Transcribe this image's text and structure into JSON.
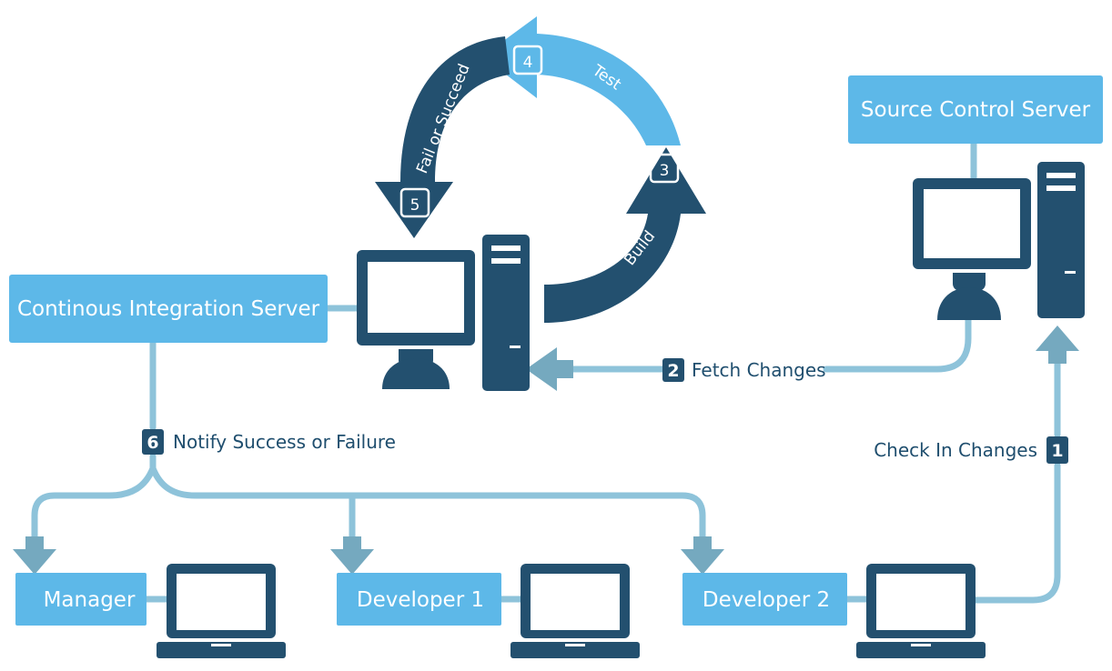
{
  "colors": {
    "dark_navy": "#23506f",
    "light_blue": "#5db8e8",
    "connector": "#8ec3da",
    "arrow_gray": "#75a9bf",
    "screen": "#ffffff"
  },
  "nodes": {
    "ci_server": "Continous Integration Server",
    "source_control": "Source Control Server",
    "manager": "Manager",
    "developer1": "Developer 1",
    "developer2": "Developer 2"
  },
  "steps": [
    {
      "num": "1",
      "label": "Check In Changes"
    },
    {
      "num": "2",
      "label": "Fetch Changes"
    },
    {
      "num": "3",
      "label": "Build"
    },
    {
      "num": "4",
      "label": "Test"
    },
    {
      "num": "5",
      "label": "Fail or Succeed"
    },
    {
      "num": "6",
      "label": "Notify Success or Failure"
    }
  ],
  "icons": [
    "desktop-monitor-icon",
    "tower-pc-icon",
    "user-icon",
    "laptop-icon"
  ]
}
